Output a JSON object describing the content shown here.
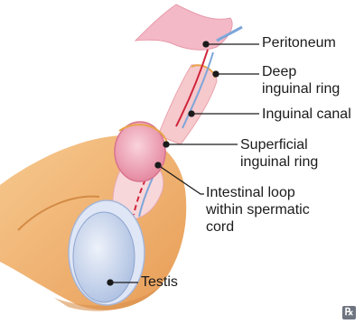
{
  "labels": {
    "peritoneum": "Peritoneum",
    "deep_ring": "Deep\ninguinal ring",
    "inguinal_canal": "Inguinal canal",
    "superficial_ring": "Superficial\ninguinal ring",
    "intestinal_loop": "Intestinal loop\nwithin spermatic\ncord",
    "testis": "Testis"
  },
  "badge": {
    "icon": "rx-icon",
    "text": "℞"
  },
  "colors": {
    "skin": "#f2b779",
    "skin_shadow": "#d9914c",
    "peritoneum": "#f4b9c6",
    "canal": "#f6c9cc",
    "loop": "#ec93a8",
    "vessel_red": "#d0243a",
    "vessel_blue": "#7da6d9",
    "testis": "#c7d4ec",
    "leader": "#1b1b1b"
  }
}
